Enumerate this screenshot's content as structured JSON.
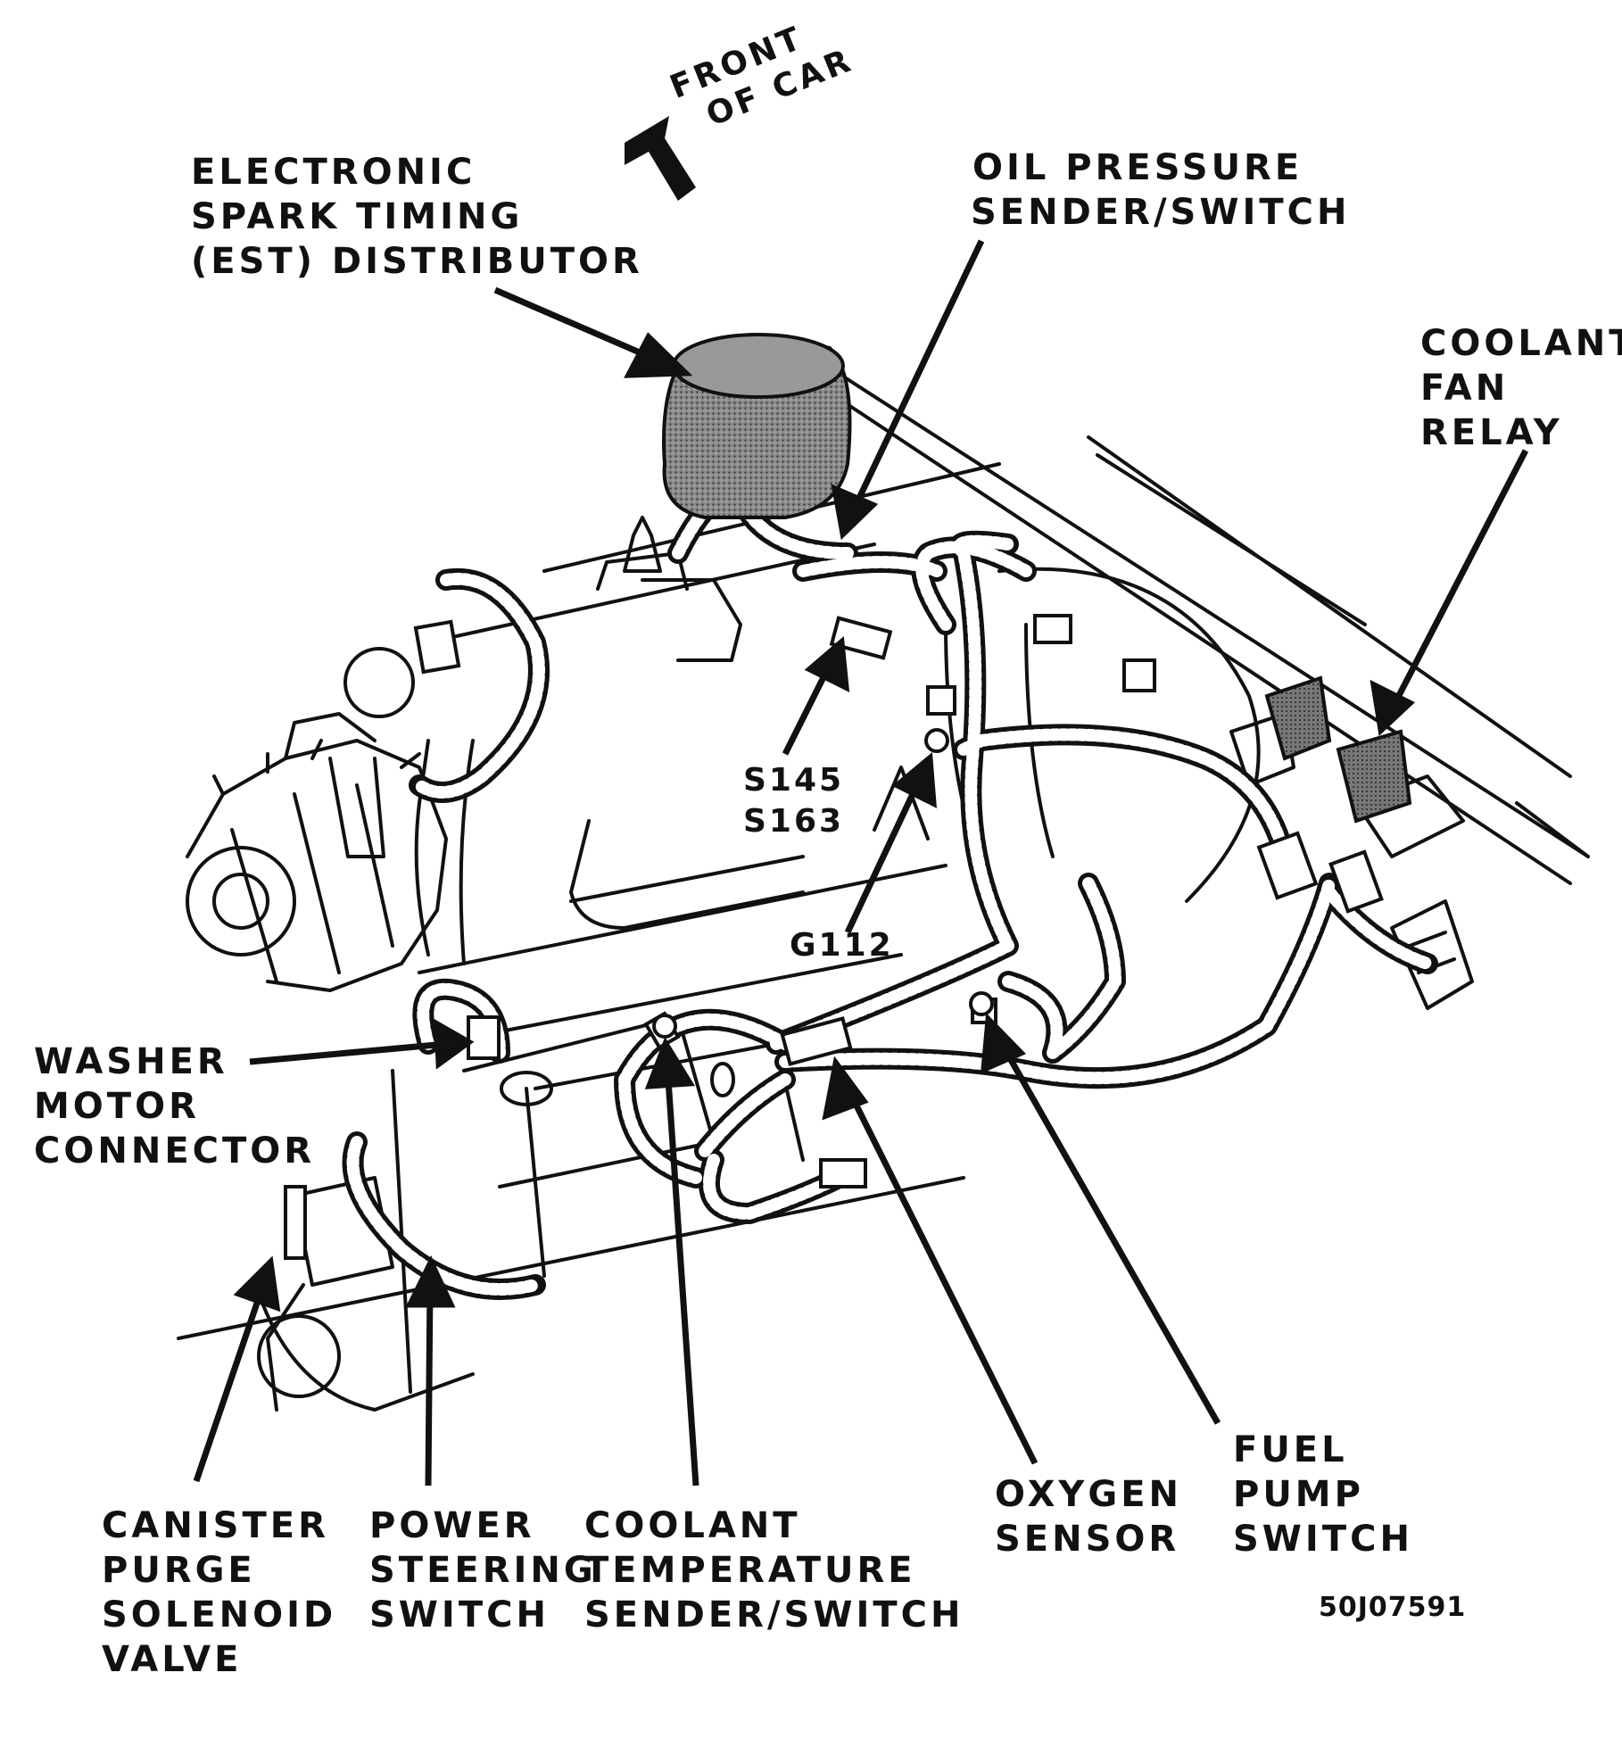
{
  "labels": {
    "est_distributor": [
      "ELECTRONIC",
      "SPARK TIMING",
      "(EST) DISTRIBUTOR"
    ],
    "front_of_car": [
      "FRONT",
      "OF CAR"
    ],
    "oil_pressure": [
      "OIL PRESSURE",
      "SENDER/SWITCH"
    ],
    "coolant_fan_relay": [
      "COOLANT",
      "FAN",
      "RELAY"
    ],
    "splices": [
      "S145",
      "S163"
    ],
    "ground": "G112",
    "washer_motor": [
      "WASHER",
      "MOTOR",
      "CONNECTOR"
    ],
    "canister_purge": [
      "CANISTER",
      "PURGE",
      "SOLENOID",
      "VALVE"
    ],
    "power_steering": [
      "POWER",
      "STEERING",
      "SWITCH"
    ],
    "coolant_temp": [
      "COOLANT",
      "TEMPERATURE",
      "SENDER/SWITCH"
    ],
    "oxygen_sensor": [
      "OXYGEN",
      "SENSOR"
    ],
    "fuel_pump": [
      "FUEL",
      "PUMP",
      "SWITCH"
    ]
  },
  "figure_code": "50J07591",
  "colors": {
    "ink": "#111111",
    "paper": "#ffffff",
    "shade": "#666666"
  }
}
